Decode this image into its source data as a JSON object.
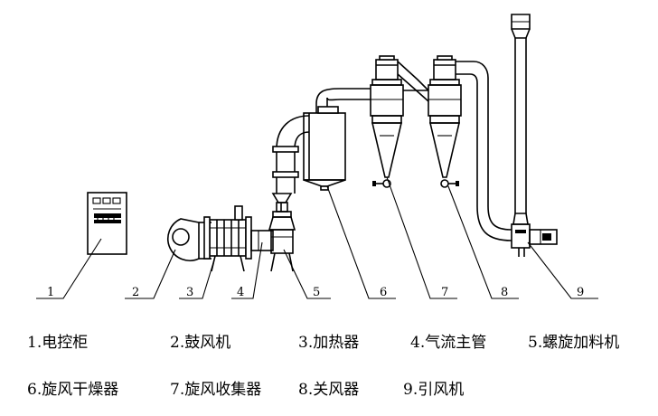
{
  "callouts": [
    "1",
    "2",
    "3",
    "4",
    "5",
    "6",
    "7",
    "8",
    "9"
  ],
  "legend": [
    "1.电控柜",
    "2.鼓风机",
    "3.加热器",
    "4.气流主管",
    "5.螺旋加料机",
    "6.旋风干燥器",
    "7.旋风收集器",
    "8.关风器",
    "9.引风机"
  ]
}
